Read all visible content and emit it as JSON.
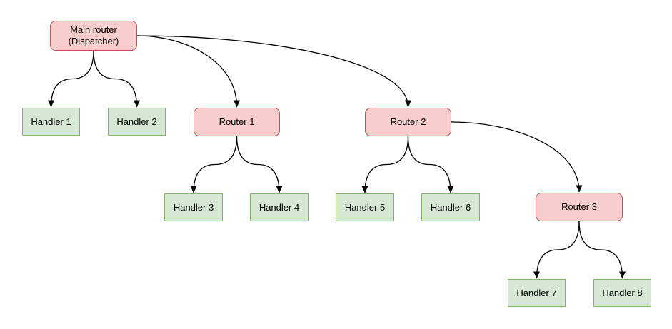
{
  "diagram": {
    "background": "#ffffff",
    "palette": {
      "router_fill": "#f8cecc",
      "router_stroke": "#b85450",
      "handler_fill": "#d5e8d4",
      "handler_stroke": "#82b366",
      "edge_color": "#000000",
      "text_color": "#000000"
    },
    "nodes": [
      {
        "id": "main",
        "label": "Main router\n(Dispatcher)",
        "kind": "router"
      },
      {
        "id": "h1",
        "label": "Handler 1",
        "kind": "handler"
      },
      {
        "id": "h2",
        "label": "Handler 2",
        "kind": "handler"
      },
      {
        "id": "r1",
        "label": "Router 1",
        "kind": "router"
      },
      {
        "id": "r2",
        "label": "Router 2",
        "kind": "router"
      },
      {
        "id": "h3",
        "label": "Handler 3",
        "kind": "handler"
      },
      {
        "id": "h4",
        "label": "Handler 4",
        "kind": "handler"
      },
      {
        "id": "h5",
        "label": "Handler 5",
        "kind": "handler"
      },
      {
        "id": "h6",
        "label": "Handler 6",
        "kind": "handler"
      },
      {
        "id": "r3",
        "label": "Router 3",
        "kind": "router"
      },
      {
        "id": "h7",
        "label": "Handler 7",
        "kind": "handler"
      },
      {
        "id": "h8",
        "label": "Handler 8",
        "kind": "handler"
      }
    ],
    "edges": [
      {
        "from": "main",
        "to": "h1",
        "exit": "bottom"
      },
      {
        "from": "main",
        "to": "h2",
        "exit": "bottom"
      },
      {
        "from": "main",
        "to": "r1",
        "exit": "right"
      },
      {
        "from": "main",
        "to": "r2",
        "exit": "right"
      },
      {
        "from": "r1",
        "to": "h3",
        "exit": "bottom"
      },
      {
        "from": "r1",
        "to": "h4",
        "exit": "bottom"
      },
      {
        "from": "r2",
        "to": "h5",
        "exit": "bottom"
      },
      {
        "from": "r2",
        "to": "h6",
        "exit": "bottom"
      },
      {
        "from": "r2",
        "to": "r3",
        "exit": "right"
      },
      {
        "from": "r3",
        "to": "h7",
        "exit": "bottom"
      },
      {
        "from": "r3",
        "to": "h8",
        "exit": "bottom"
      }
    ]
  }
}
